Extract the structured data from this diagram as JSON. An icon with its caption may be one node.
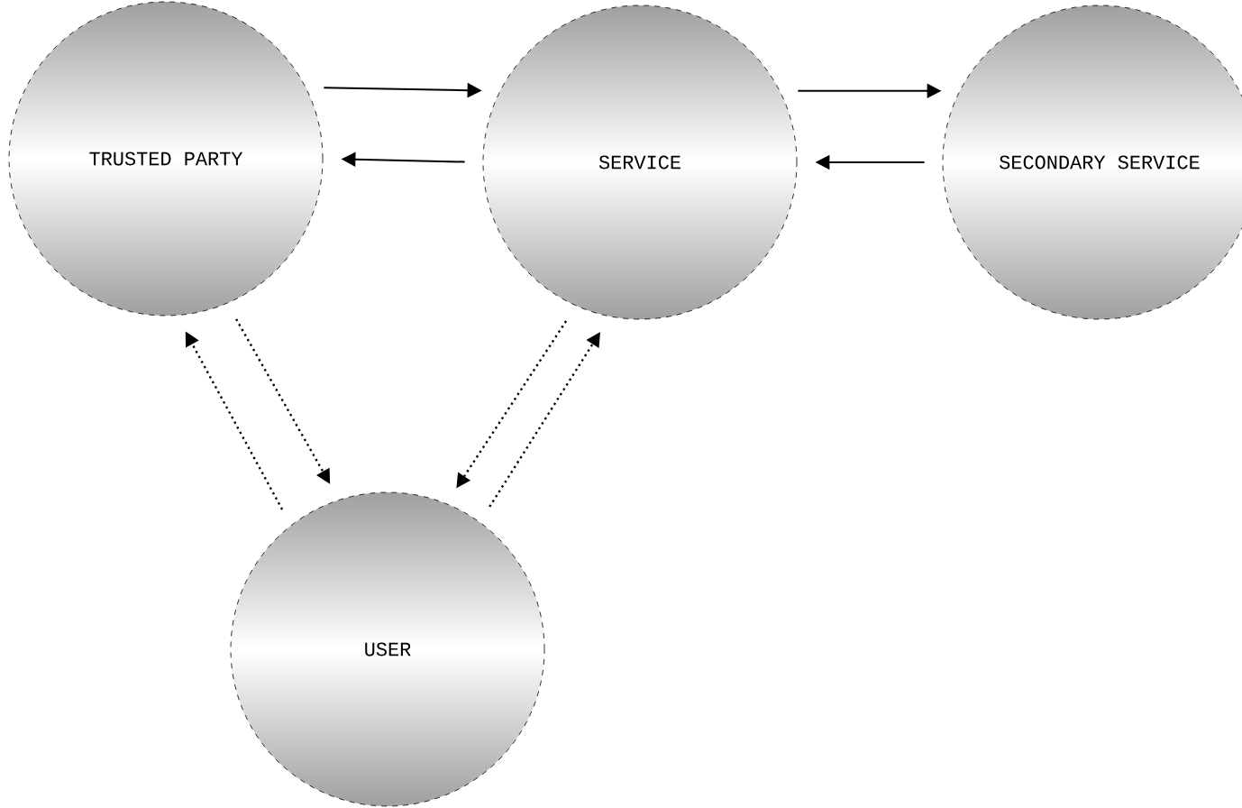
{
  "diagram": {
    "nodes": [
      {
        "text": [
          "TRUSTED PARTY"
        ]
      },
      {
        "text": [
          "SERVICE"
        ]
      },
      {
        "text": [
          "SECONDARY SERVICE"
        ]
      },
      {
        "text": [
          "USER"
        ]
      }
    ],
    "edges": [
      {
        "from": 0,
        "to": 1,
        "arrow": "to"
      },
      {
        "from": 1,
        "to": 0,
        "arrow": "to"
      },
      {
        "from": 1,
        "to": 2,
        "arrow": "to"
      },
      {
        "from": 2,
        "to": 1,
        "arrow": "to"
      },
      {
        "from": 0,
        "to": 3,
        "arrow": "to",
        "style": "dashed"
      },
      {
        "from": 3,
        "to": 0,
        "arrow": "to",
        "style": "dashed"
      },
      {
        "from": 1,
        "to": 3,
        "arrow": "to",
        "style": "dashed"
      },
      {
        "from": 3,
        "to": 1,
        "arrow": "to",
        "style": "dashed"
      }
    ]
  }
}
